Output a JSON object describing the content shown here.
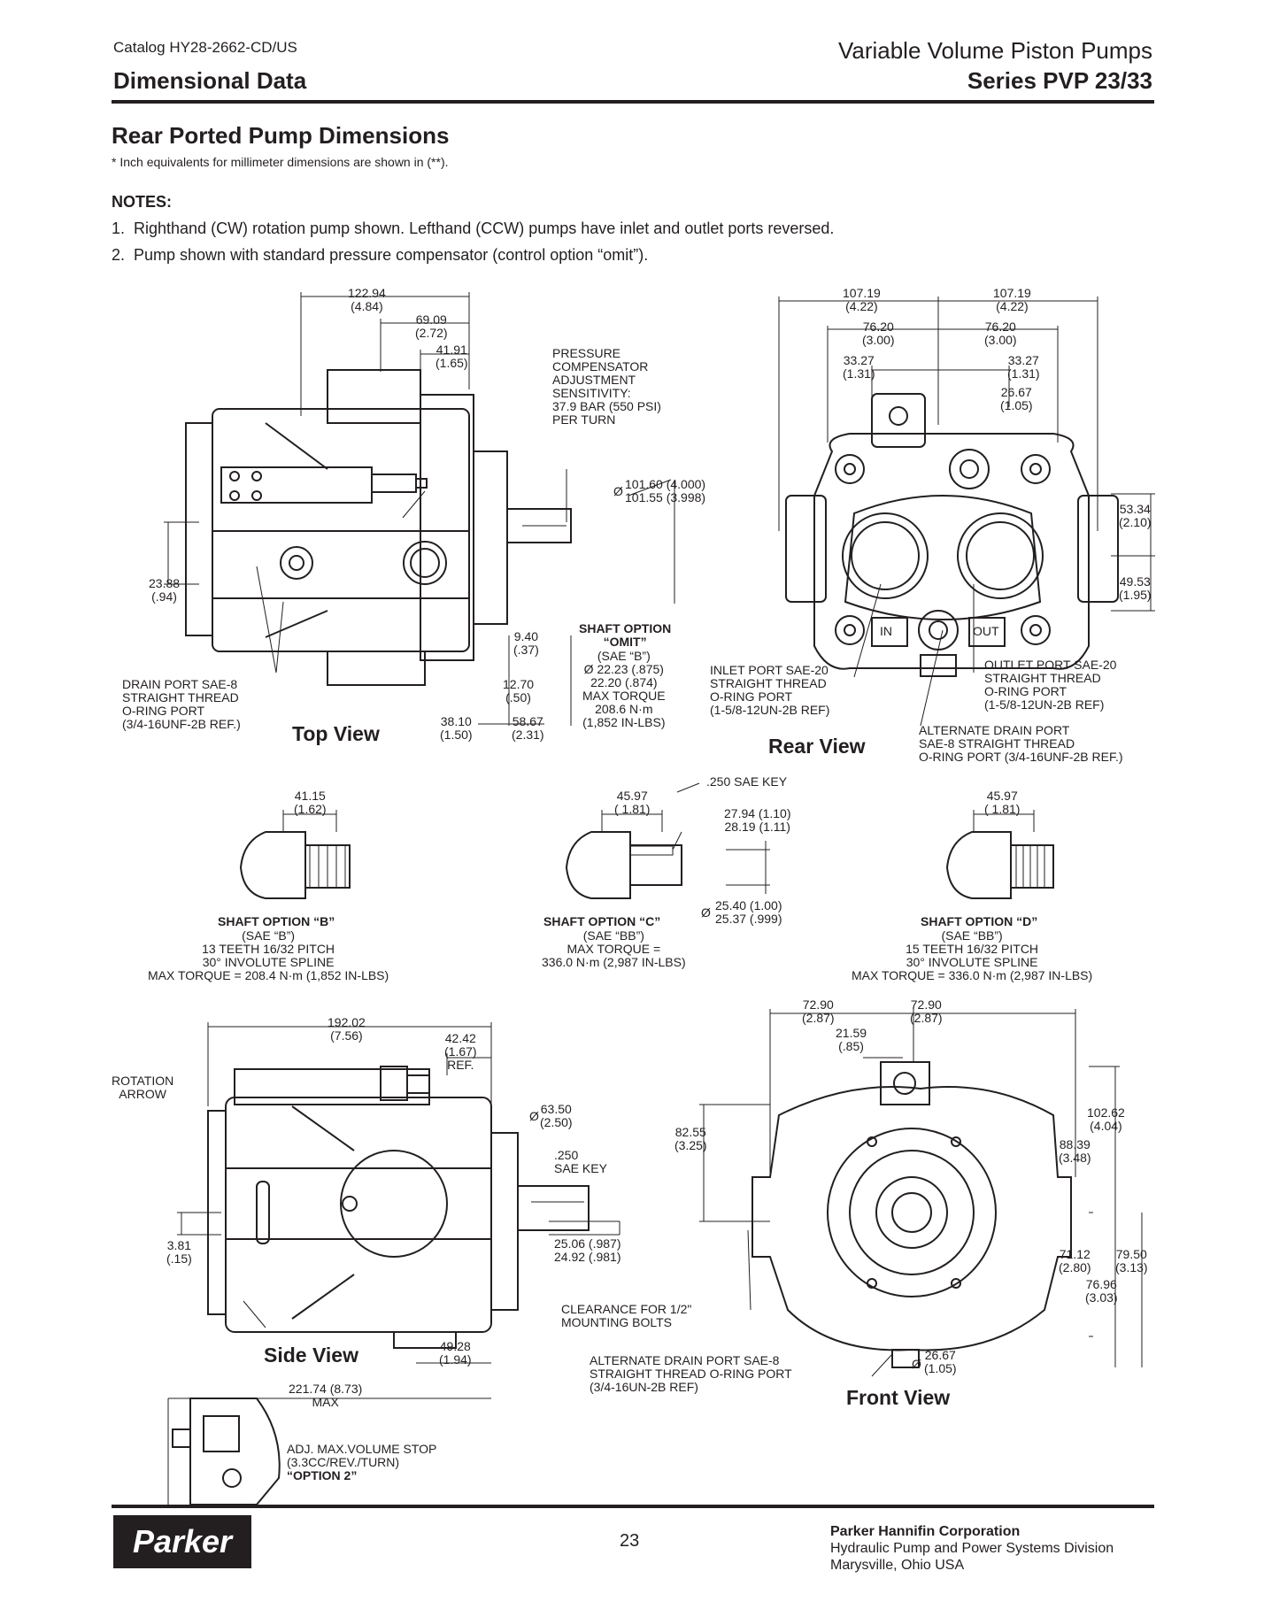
{
  "header": {
    "catalog": "Catalog HY28-2662-CD/US",
    "section": "Dimensional Data",
    "product": "Variable Volume Piston Pumps",
    "series": "Series PVP 23/33"
  },
  "title": "Rear Ported Pump Dimensions",
  "subtitle": "* Inch equivalents for millimeter dimensions are shown in (**).",
  "notes": {
    "heading": "NOTES:",
    "items": [
      "1.  Righthand (CW) rotation pump shown. Lefthand (CCW) pumps have inlet and outlet ports reversed.",
      "2.  Pump shown with standard pressure compensator (control option “omit”)."
    ]
  },
  "top_view": {
    "label": "Top View",
    "dims": {
      "d1": "122.94\n(4.84)",
      "d2": "69.09\n(2.72)",
      "d3": "41.91\n(1.65)",
      "d4": "23.88\n(.94)",
      "d5": "9.40\n(.37)",
      "d6": "12.70\n(.50)",
      "d7": "38.10\n(1.50)",
      "d8": "58.67\n(2.31)",
      "d9": "101.60 (4.000)\n101.55 (3.998)",
      "dia": "Ø"
    },
    "pressure_comp": "PRESSURE\nCOMPENSATOR\nADJUSTMENT\nSENSITIVITY:\n37.9 BAR (550 PSI)\nPER TURN",
    "drain_port": "DRAIN PORT SAE-8\nSTRAIGHT THREAD\nO-RING PORT\n(3/4-16UNF-2B REF.)",
    "shaft_omit_title": "SHAFT OPTION\n“OMIT”",
    "shaft_omit_body": "(SAE “B”)\nØ 22.23 (.875)\n22.20 (.874)\nMAX TORQUE\n208.6 N·m\n(1,852 IN-LBS)"
  },
  "rear_view": {
    "label": "Rear View",
    "dims": {
      "d1": "107.19\n(4.22)",
      "d2": "107.19\n(4.22)",
      "d3": "76.20\n(3.00)",
      "d4": "76.20\n(3.00)",
      "d5": "33.27\n(1.31)",
      "d6": "33.27\n(1.31)",
      "d7": "26.67\n(1.05)",
      "d8": "53.34\n(2.10)",
      "d9": "49.53\n(1.95)"
    },
    "in_tag": "IN",
    "out_tag": "OUT",
    "inlet": "INLET PORT SAE-20\nSTRAIGHT THREAD\nO-RING PORT\n(1-5/8-12UN-2B REF)",
    "outlet": "OUTLET PORT SAE-20\nSTRAIGHT THREAD\nO-RING PORT\n(1-5/8-12UN-2B REF)",
    "alt_drain": "ALTERNATE DRAIN PORT\nSAE-8 STRAIGHT THREAD\nO-RING PORT (3/4-16UNF-2B REF.)"
  },
  "shaft_b": {
    "dim": "41.15\n(1.62)",
    "title": "SHAFT OPTION “B”",
    "body": "(SAE “B”)\n13 TEETH 16/32 PITCH\n30° INVOLUTE SPLINE\nMAX TORQUE = 208.4 N·m (1,852 IN-LBS)"
  },
  "shaft_c": {
    "dim": "45.97\n( 1.81)",
    "key": ".250 SAE KEY",
    "d2": "27.94 (1.10)\n28.19 (1.11)",
    "d3": "25.40 (1.00)\n25.37 (.999)",
    "dia": "Ø",
    "title": "SHAFT OPTION “C”",
    "body": "(SAE “BB”)\nMAX TORQUE =\n336.0 N·m (2,987 IN-LBS)"
  },
  "shaft_d": {
    "dim": "45.97\n( 1.81)",
    "title": "SHAFT OPTION “D”",
    "body": "(SAE “BB”)\n15 TEETH 16/32 PITCH\n30° INVOLUTE SPLINE\nMAX TORQUE = 336.0 N·m (2,987 IN-LBS)"
  },
  "side_view": {
    "label": "Side View",
    "dims": {
      "d1": "192.02\n(7.56)",
      "d2": "42.42\n(1.67)\nREF.",
      "d3": "63.50\n(2.50)",
      "d4": "3.81\n(.15)",
      "d5": "25.06 (.987)\n24.92 (.981)",
      "d6": "49.28\n(1.94)",
      "d7": "221.74 (8.73)\nMAX",
      "dia": "Ø"
    },
    "rotation": "ROTATION\nARROW",
    "key": ".250\nSAE KEY",
    "clearance": "CLEARANCE FOR 1/2\"\nMOUNTING BOLTS",
    "alt_drain": "ALTERNATE DRAIN PORT SAE-8\nSTRAIGHT THREAD O-RING PORT\n(3/4-16UN-2B REF)",
    "adj_stop": "ADJ. MAX.VOLUME STOP\n(3.3CC/REV./TURN)",
    "option2": "“OPTION 2”"
  },
  "front_view": {
    "label": "Front View",
    "dims": {
      "d1": "72.90\n(2.87)",
      "d2": "72.90\n(2.87)",
      "d3": "21.59\n(.85)",
      "d4": "82.55\n(3.25)",
      "d5": "102.62\n(4.04)",
      "d6": "88.39\n(3.48)",
      "d7": "71.12\n(2.80)",
      "d8": "79.50\n(3.13)",
      "d9": "76.96\n(3.03)",
      "d10": "26.67\n(1.05)",
      "dia": "Ø"
    }
  },
  "footer": {
    "page": "23",
    "logo": "Parker",
    "company": "Parker Hannifin Corporation",
    "division": "Hydraulic Pump and Power Systems Division",
    "location": "Marysville, Ohio USA"
  }
}
